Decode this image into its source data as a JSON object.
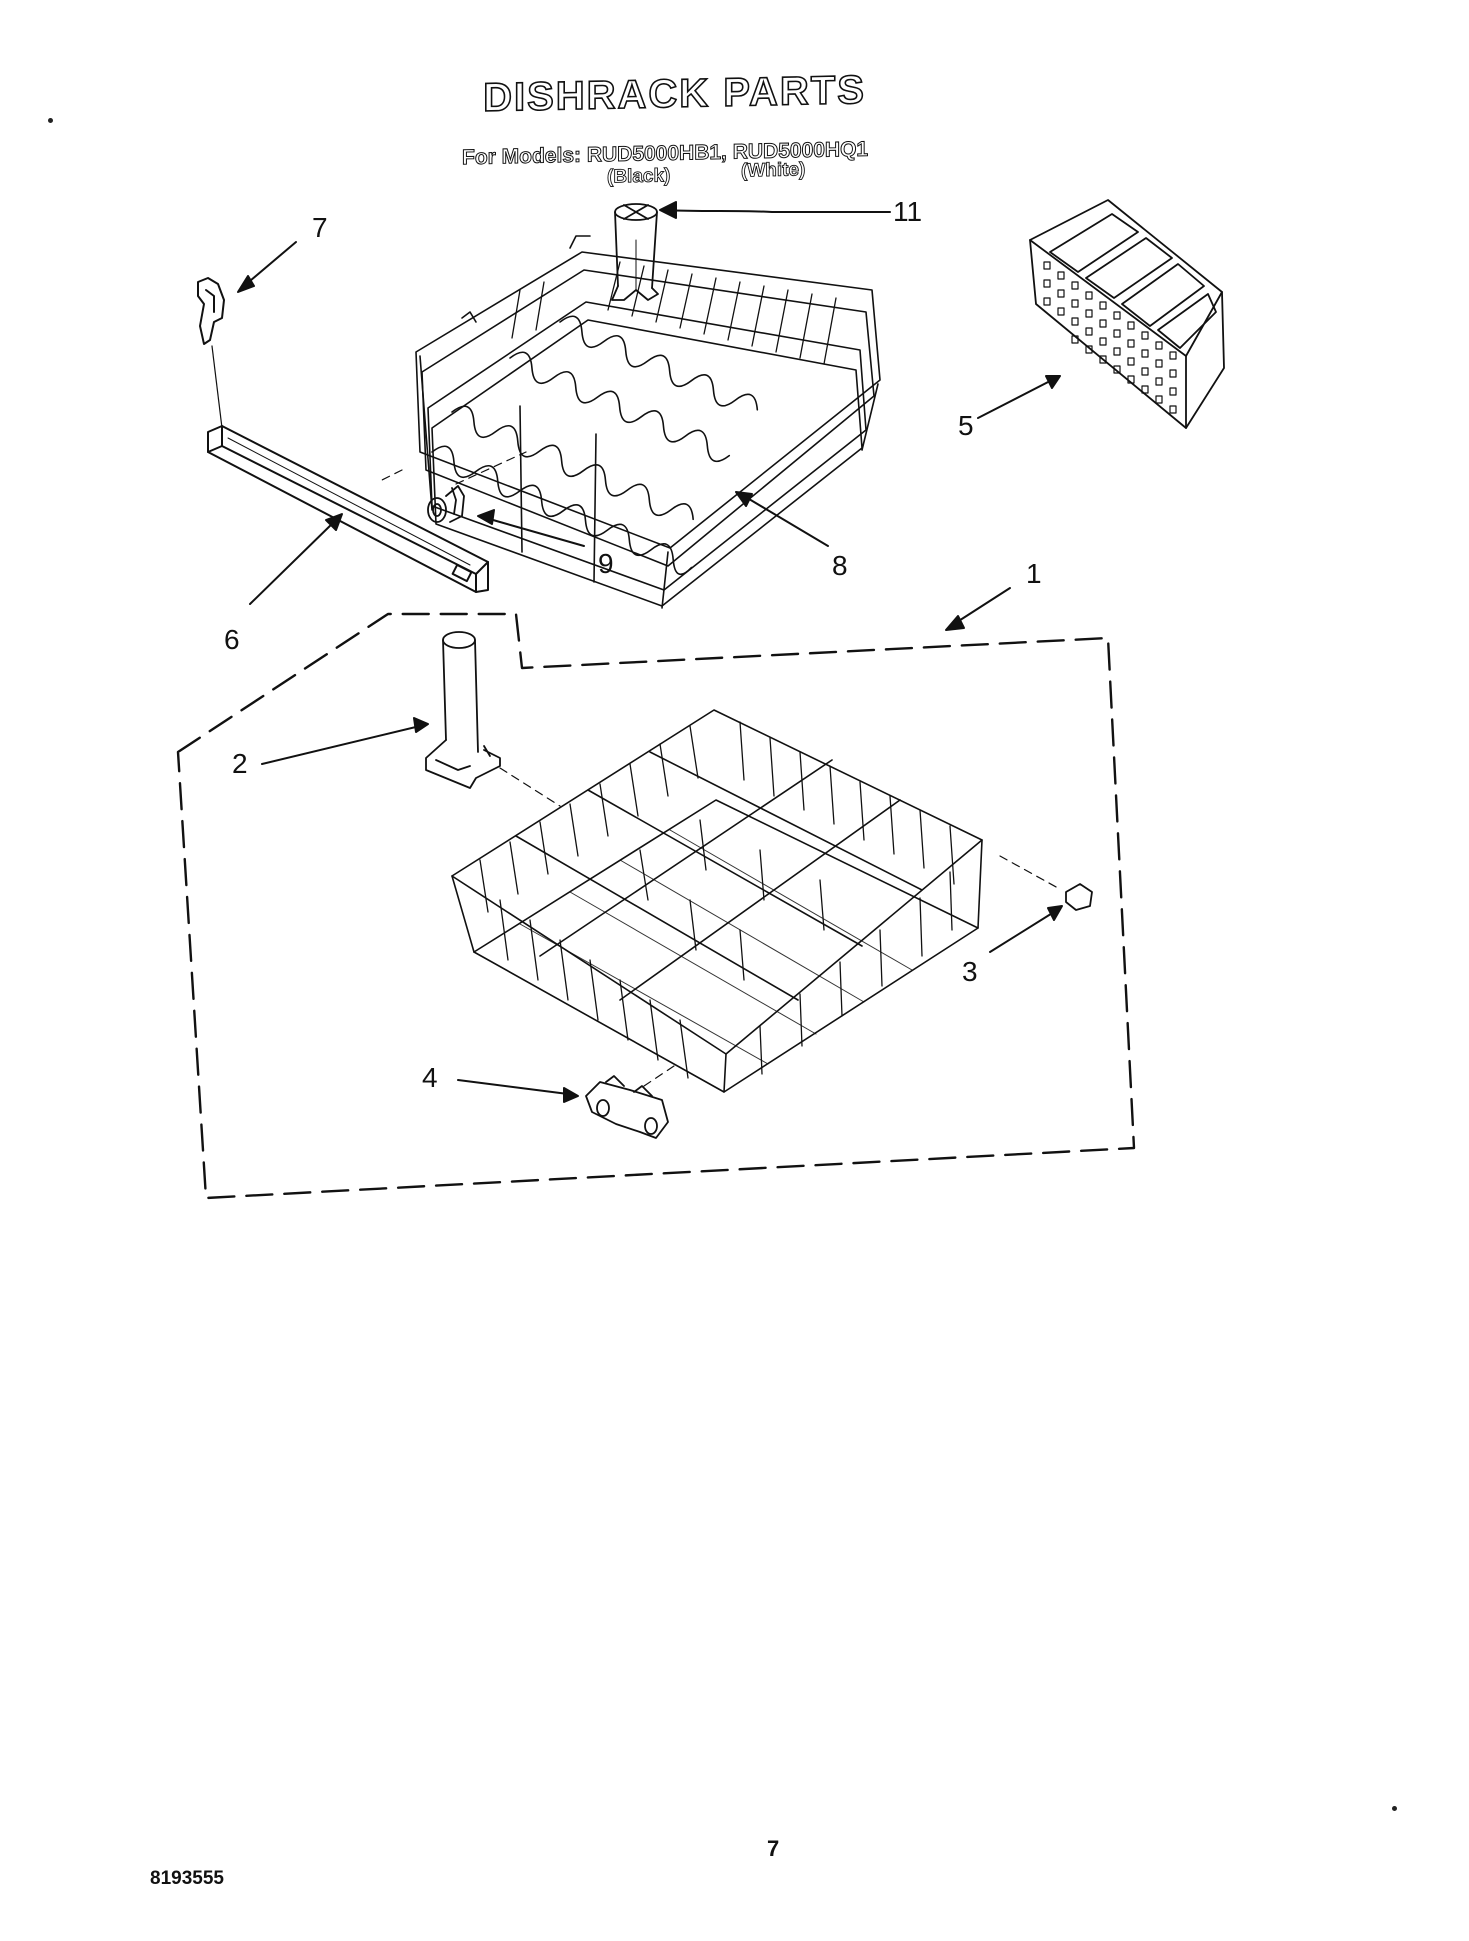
{
  "header": {
    "title": "DISHRACK PARTS",
    "models_line": "For Models: RUD5000HB1, RUD5000HQ1",
    "variant_black": "(Black)",
    "variant_white": "(White)"
  },
  "callouts": {
    "c1": "1",
    "c2": "2",
    "c3": "3",
    "c4": "4",
    "c5": "5",
    "c6": "6",
    "c7": "7",
    "c8": "8",
    "c9": "9",
    "c11": "11"
  },
  "footer": {
    "page_number": "7",
    "document_number": "8193555"
  }
}
